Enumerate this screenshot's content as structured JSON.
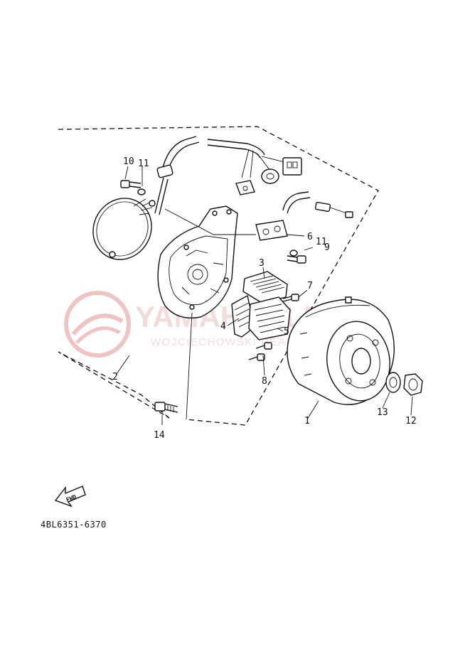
{
  "diagram": {
    "part_labels": [
      {
        "id": "1",
        "text": "1"
      },
      {
        "id": "2",
        "text": "2"
      },
      {
        "id": "3",
        "text": "3"
      },
      {
        "id": "4",
        "text": "4"
      },
      {
        "id": "5",
        "text": "5"
      },
      {
        "id": "6",
        "text": "6"
      },
      {
        "id": "7",
        "text": "7"
      },
      {
        "id": "8",
        "text": "8"
      },
      {
        "id": "9",
        "text": "9"
      },
      {
        "id": "10",
        "text": "10"
      },
      {
        "id": "11a",
        "text": "11"
      },
      {
        "id": "11b",
        "text": "11"
      },
      {
        "id": "12",
        "text": "12"
      },
      {
        "id": "13",
        "text": "13"
      },
      {
        "id": "14",
        "text": "14"
      }
    ],
    "fwd_label": "FWD",
    "drawing_code": "4BL6351-6370"
  },
  "watermark": {
    "brand": "YAMAHAKLER.PL",
    "tagline": "WOJCIECHOWSKI DEALER YAMAHA",
    "color": "#e8a0a0"
  }
}
